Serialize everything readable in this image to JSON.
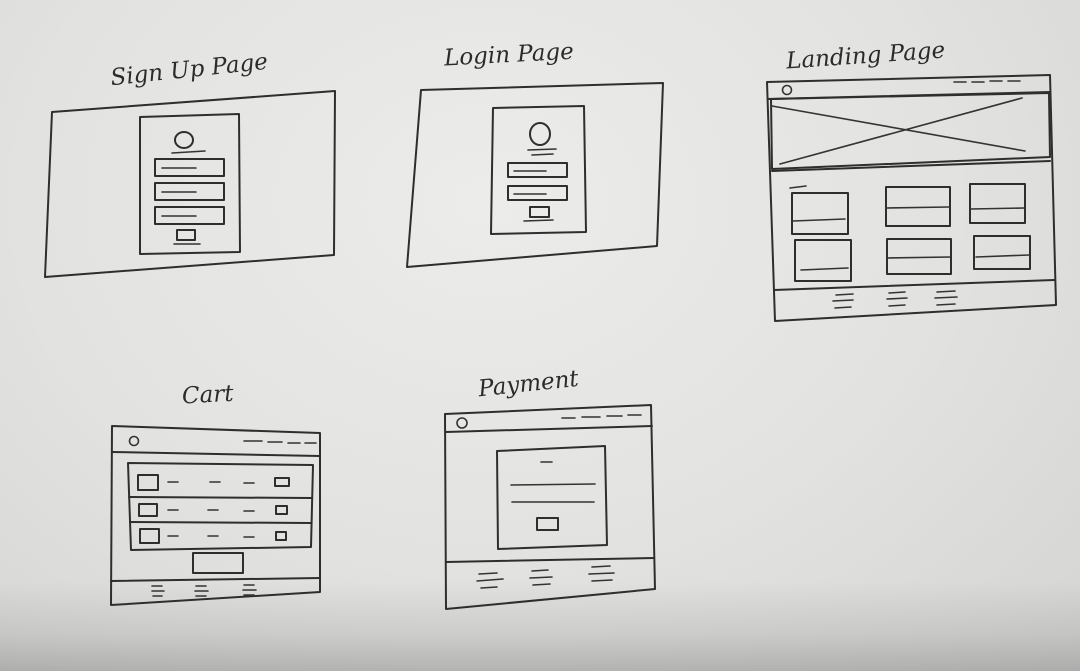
{
  "wireframes": {
    "signup": {
      "title": "Sign Up Page"
    },
    "login": {
      "title": "Login Page"
    },
    "landing": {
      "title": "Landing Page"
    },
    "cart": {
      "title": "Cart"
    },
    "payment": {
      "title": "Payment"
    }
  },
  "colors": {
    "paper": "#e4e4e2",
    "ink": "#2e2e2e"
  }
}
